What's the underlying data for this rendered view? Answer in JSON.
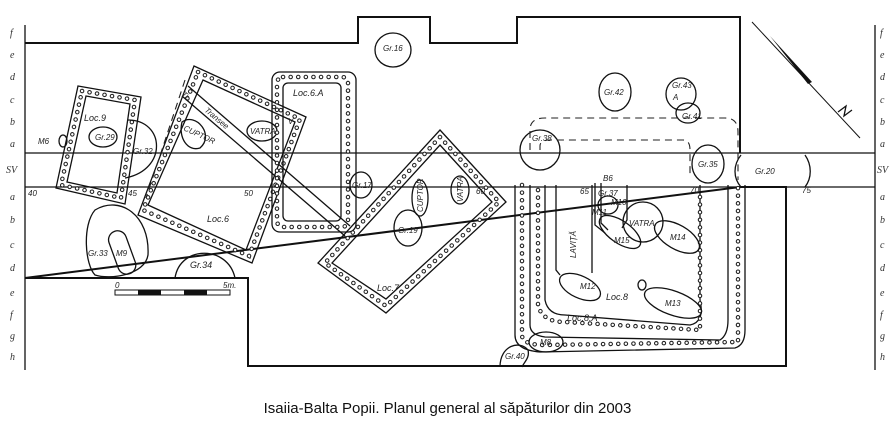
{
  "caption": "Isaiia-Balta Popii. Planul general al săpăturilor din 2003",
  "grid_rows_top": [
    "f",
    "e",
    "d",
    "c",
    "b",
    "a"
  ],
  "grid_row_trench": "SV",
  "grid_rows_bottom": [
    "a",
    "b",
    "c",
    "d",
    "e",
    "f",
    "g",
    "h"
  ],
  "meter_marks": {
    "m40": "40",
    "m45": "45",
    "m50": "50",
    "m60": "60",
    "m65": "65",
    "m70": "70",
    "m75": "75"
  },
  "scale": {
    "start": "0",
    "end": "5m."
  },
  "labels": {
    "gr16": "Gr.16",
    "loc9": "Loc.9",
    "gr29": "Gr.29",
    "m6": "M6",
    "gr32": "Gr.32",
    "loc6a": "Loc.6.A",
    "tr": "Tr.",
    "transee": "Transee",
    "cuptor6": "CUPTOR",
    "vatra6": "VATRA",
    "v": "V",
    "loc6": "Loc.6",
    "gr17": "Gr.17",
    "cuptor7": "CUPTOR",
    "vatra7": "VATRA",
    "gr19": "Gr.19",
    "gr33": "Gr.33",
    "m9": "M9",
    "gr34": "Gr.34",
    "loc7": "Loc.7",
    "gr42": "Gr.42",
    "gr43": "Gr.43",
    "gr43a": "A",
    "gr41": "Gr.41",
    "gr38": "Gr.38",
    "gr35": "Gr.35",
    "gr20": "Gr.20",
    "b6": "B6",
    "gr37": "Gr.37",
    "m10": "M10",
    "m11": "M11",
    "vatra8": "VATRA",
    "m15": "M15",
    "m14": "M14",
    "lavita": "LAVIȚĂ",
    "m12": "M12",
    "loc8": "Loc.8",
    "m13": "M13",
    "loc8a": "Loc.8.A",
    "m8": "M8",
    "gr40": "Gr.40"
  }
}
